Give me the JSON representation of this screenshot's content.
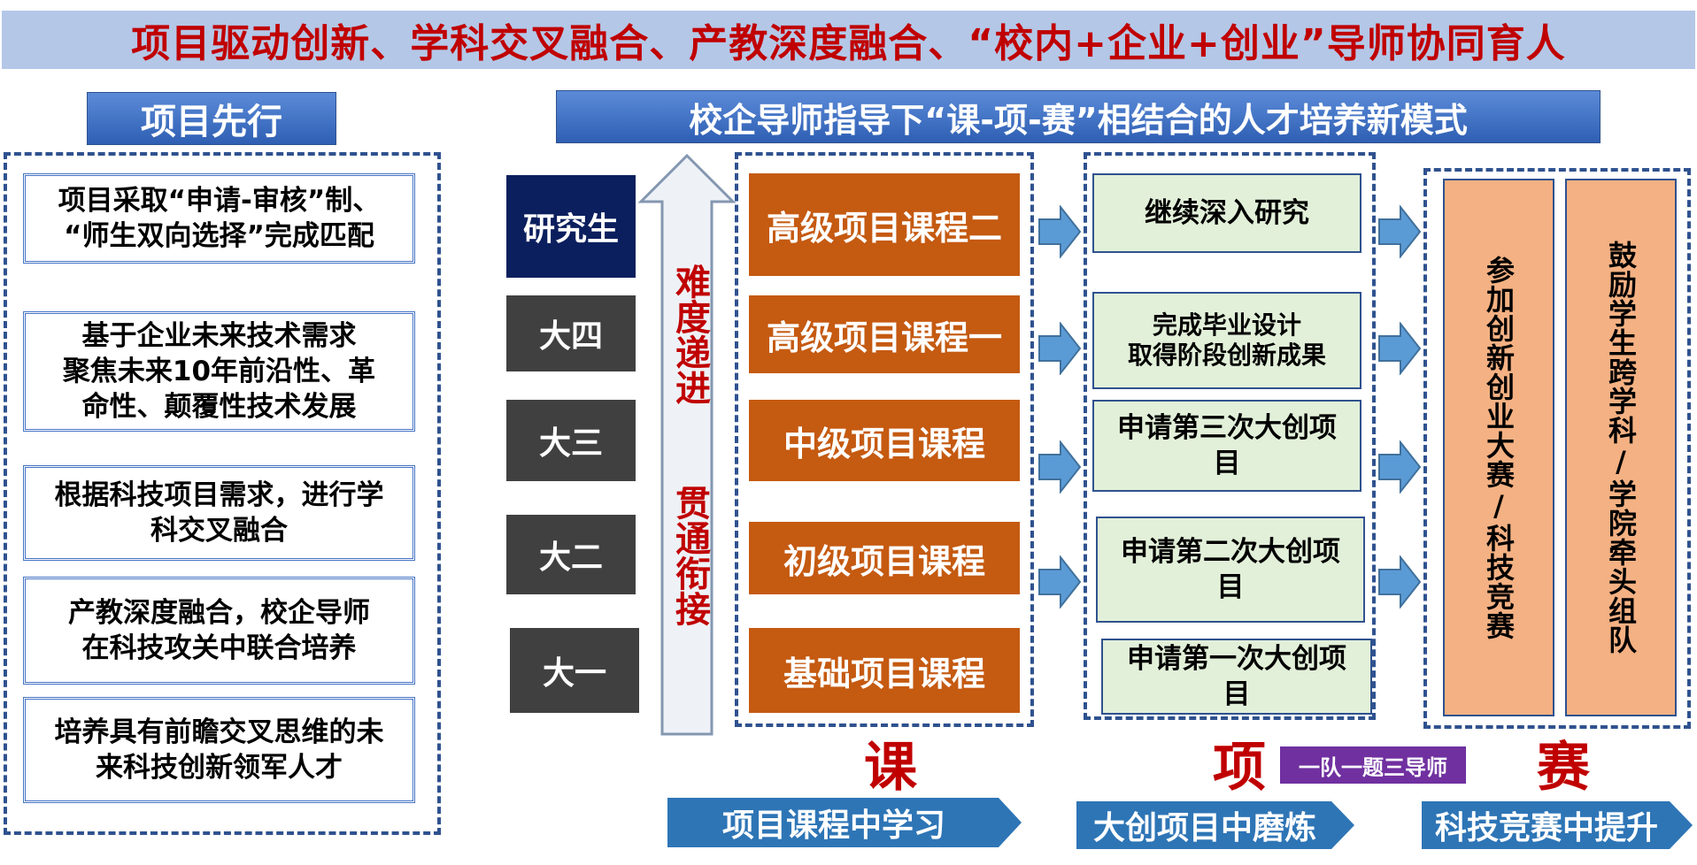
{
  "banner": "项目驱动创新、学科交叉融合、产教深度融合、“校内+企业+创业”导师协同育人",
  "left": {
    "header": "项目先行",
    "items": [
      [
        "项目采取“申请-审核”制、",
        "“师生双向选择”完成匹配"
      ],
      [
        "基于企业未来技术需求",
        "聚焦未来10年前沿性、革",
        "命性、颠覆性技术发展"
      ],
      [
        "根据科技项目需求，进行学",
        "科交叉融合"
      ],
      [
        "产教深度融合，校企导师",
        "在科技攻关中联合培养"
      ],
      [
        "培养具有前瞻交叉思维的未",
        "来科技创新领军人才"
      ]
    ]
  },
  "main_header": "校企导师指导下“课-项-赛”相结合的人才培养新模式",
  "years": [
    "研究生",
    "大四",
    "大三",
    "大二",
    "大一"
  ],
  "arrow_text": {
    "top": "难度递进",
    "bottom": "贯通衔接"
  },
  "courses": [
    "高级项目课程二",
    "高级项目课程一",
    "中级项目课程",
    "初级项目课程",
    "基础项目课程"
  ],
  "projects": [
    [
      "继续深入研究"
    ],
    [
      "完成毕业设计",
      "取得阶段创新成果"
    ],
    [
      "申请第三次大创项",
      "目"
    ],
    [
      "申请第二次大创项",
      "目"
    ],
    [
      "申请第一次大创项",
      "目"
    ]
  ],
  "competitions": [
    "参加创新创业大赛/科技竞赛",
    "鼓励学生跨学科/学院牵头组队"
  ],
  "section_labels": {
    "course": "课",
    "project": "项",
    "competition": "赛"
  },
  "team_badge": "一队一题三导师",
  "bottom_labels": [
    "项目课程中学习",
    "大创项目中磨炼",
    "科技竞赛中提升"
  ],
  "colors": {
    "banner_bg": "#b4c7e7",
    "red": "#c00000",
    "course": "#c55a11",
    "project": "#e2f0d9",
    "competition": "#f4b183",
    "badge": "#7030a0",
    "arrow": "#5b9bd5",
    "chevron": "#2e75b6"
  }
}
